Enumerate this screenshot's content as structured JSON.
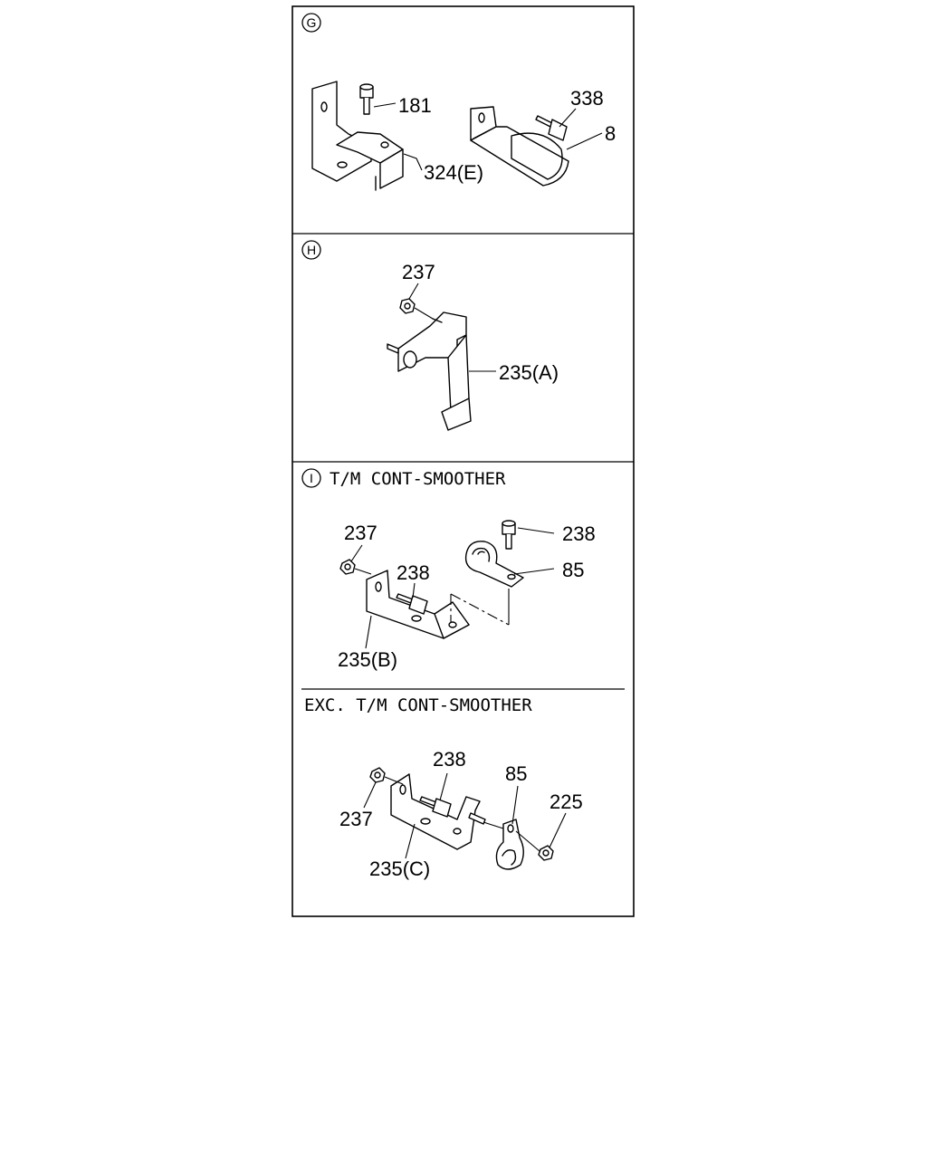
{
  "panels": [
    {
      "badge": "G",
      "heading": "",
      "callouts": [
        "181",
        "324(E)",
        "338",
        "8"
      ]
    },
    {
      "badge": "H",
      "heading": "",
      "callouts": [
        "237",
        "235(A)"
      ]
    },
    {
      "badge": "I",
      "heading": "T/M CONT-SMOOTHER",
      "callouts": [
        "237",
        "238",
        "238",
        "85",
        "235(B)"
      ],
      "subpanel": {
        "heading": "EXC. T/M CONT-SMOOTHER",
        "callouts": [
          "238",
          "85",
          "237",
          "225",
          "235(C)"
        ]
      }
    }
  ]
}
